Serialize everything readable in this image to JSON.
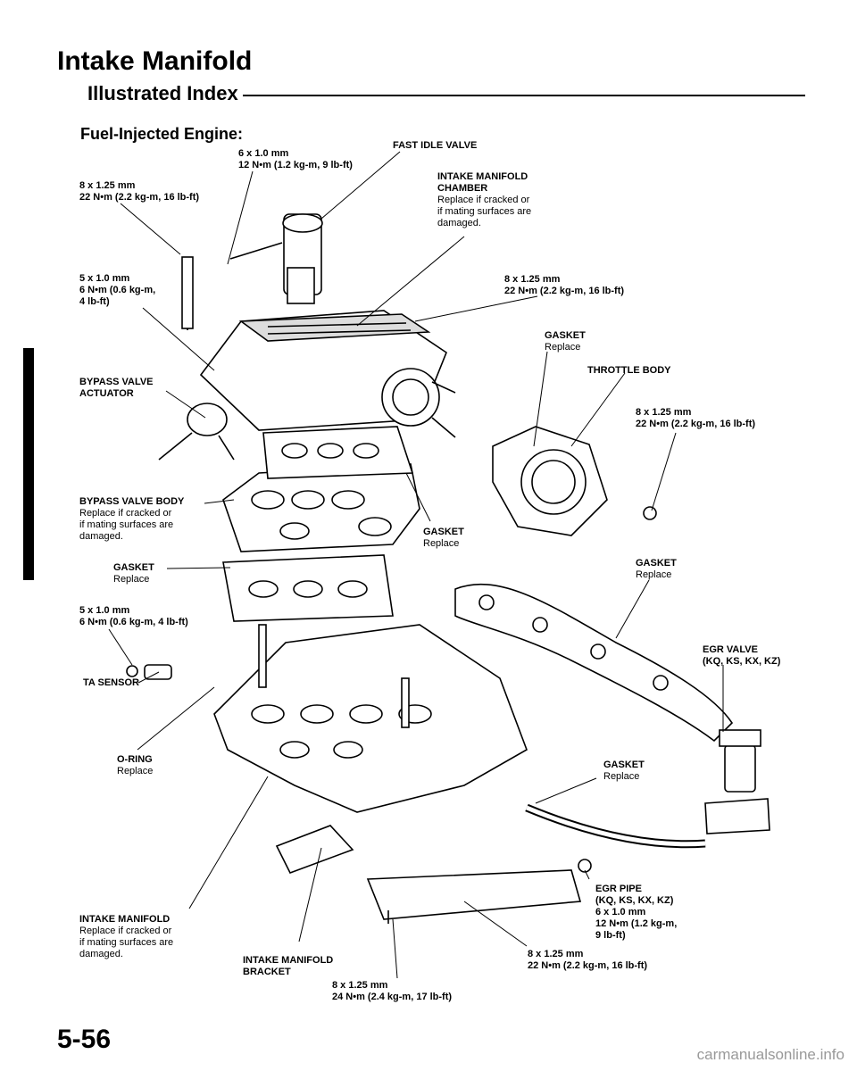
{
  "header": {
    "title": "Intake Manifold",
    "subtitle": "Illustrated Index",
    "section": "Fuel-Injected Engine:"
  },
  "labels": {
    "bolt_6x10_12nm": {
      "head": "6 x 1.0 mm",
      "body": "12 N•m (1.2 kg-m, 9 lb-ft)"
    },
    "fast_idle_valve": {
      "head": "FAST IDLE VALVE"
    },
    "bolt_8x125_22nm_top": {
      "head": "8 x 1.25 mm",
      "body": "22 N•m (2.2 kg-m, 16 lb-ft)"
    },
    "intake_manifold_chamber": {
      "head": "INTAKE MANIFOLD\nCHAMBER",
      "body": "Replace if cracked or\nif mating surfaces are\ndamaged."
    },
    "bolt_5x10_6nm_top": {
      "head": "5 x 1.0 mm",
      "body": "6 N•m (0.6 kg-m,\n4 lb-ft)"
    },
    "bolt_8x125_22nm_right": {
      "head": "8 x 1.25 mm",
      "body": "22 N•m (2.2 kg-m, 16 lb-ft)"
    },
    "gasket_top": {
      "head": "GASKET",
      "body": "Replace"
    },
    "bypass_valve_actuator": {
      "head": "BYPASS VALVE\nACTUATOR"
    },
    "throttle_body": {
      "head": "THROTTLE BODY"
    },
    "bolt_8x125_throttle": {
      "head": "8 x 1.25 mm",
      "body": "22 N•m (2.2 kg-m, 16 lb-ft)"
    },
    "bypass_valve_body": {
      "head": "BYPASS VALVE BODY",
      "body": "Replace if cracked or\nif mating surfaces are\ndamaged."
    },
    "gasket_center": {
      "head": "GASKET",
      "body": "Replace"
    },
    "gasket_left": {
      "head": "GASKET",
      "body": "Replace"
    },
    "gasket_right": {
      "head": "GASKET",
      "body": "Replace"
    },
    "bolt_5x10_6nm_low": {
      "head": "5 x 1.0 mm",
      "body": "6 N•m (0.6 kg-m, 4 lb-ft)"
    },
    "egr_valve": {
      "head": "EGR VALVE\n(KQ, KS, KX, KZ)"
    },
    "ta_sensor": {
      "head": "TA SENSOR"
    },
    "o_ring": {
      "head": "O-RING",
      "body": "Replace"
    },
    "gasket_egr": {
      "head": "GASKET",
      "body": "Replace"
    },
    "egr_pipe": {
      "head": "EGR PIPE\n(KQ, KS, KX, KZ)",
      "body": "6 x 1.0 mm\n12 N•m (1.2 kg-m,\n9 lb-ft)"
    },
    "intake_manifold": {
      "head": "INTAKE MANIFOLD",
      "body": "Replace if cracked or\nif mating surfaces are\ndamaged."
    },
    "bolt_8x125_bracket": {
      "head": "8 x 1.25 mm",
      "body": "22 N•m (2.2 kg-m, 16 lb-ft)"
    },
    "intake_manifold_bracket": {
      "head": "INTAKE MANIFOLD\nBRACKET"
    },
    "bolt_8x125_24nm": {
      "head": "8 x 1.25 mm",
      "body": "24 N•m (2.4 kg-m, 17 lb-ft)"
    }
  },
  "page_number": "5-56",
  "watermark": "carmanualsonline.info"
}
